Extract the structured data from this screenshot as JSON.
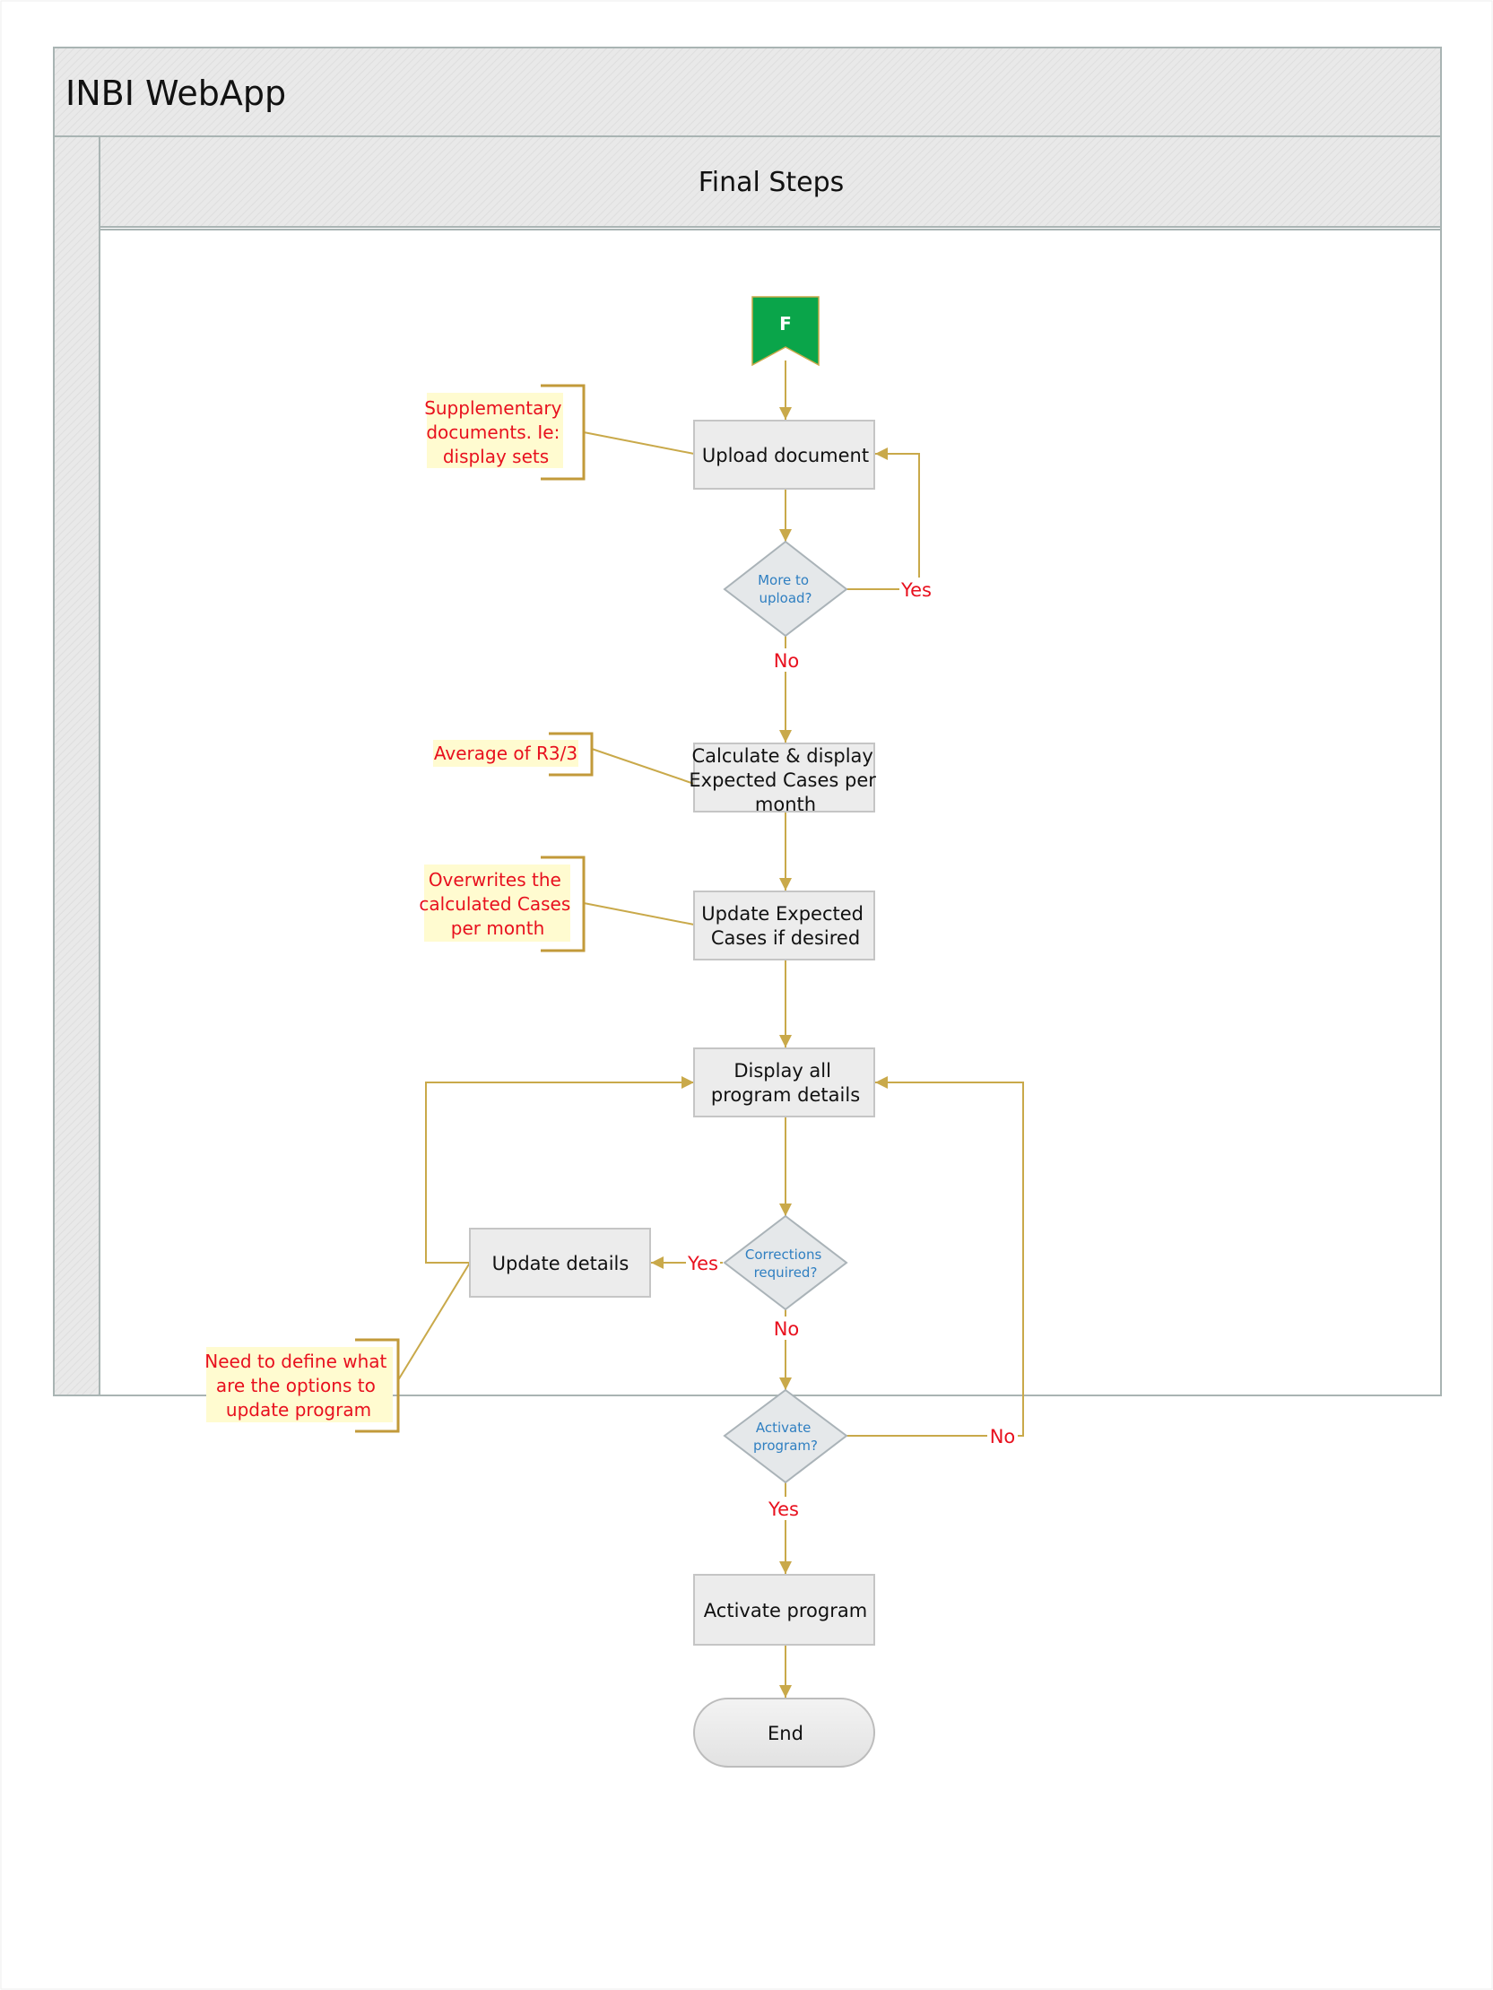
{
  "pool": {
    "title": "INBI WebApp",
    "lane_title": "Final Steps"
  },
  "start": {
    "label": "F"
  },
  "steps": {
    "upload": "Upload document",
    "calculate": [
      "Calculate & display",
      "Expected Cases per",
      "month"
    ],
    "update_expected": [
      "Update Expected",
      "Cases if desired"
    ],
    "display_all": [
      "Display all",
      "program details"
    ],
    "update_details": "Update details",
    "activate": "Activate program",
    "end": "End"
  },
  "decisions": {
    "more_upload": [
      "More to",
      "upload?"
    ],
    "corrections": [
      "Corrections",
      "required?"
    ],
    "activate_q": [
      "Activate",
      "program?"
    ]
  },
  "labels": {
    "more_yes": "Yes",
    "more_no": "No",
    "corr_yes": "Yes",
    "corr_no": "No",
    "act_no": "No",
    "act_yes": "Yes"
  },
  "annotations": {
    "supplementary": [
      "Supplementary",
      "documents. Ie:",
      "display sets"
    ],
    "average": [
      "Average of R3/3"
    ],
    "overwrites": [
      "Overwrites the",
      "calculated Cases",
      "per month"
    ],
    "define": [
      "Need to define what",
      "are the options to",
      "update program"
    ]
  },
  "colors": {
    "connector": "#c9a94a",
    "start_fill": "#0aa54a",
    "annotation_text": "#e8101e",
    "annotation_bg": "#fffbd0",
    "decision_text": "#2f7fc1",
    "shape_fill": "#ececec"
  }
}
